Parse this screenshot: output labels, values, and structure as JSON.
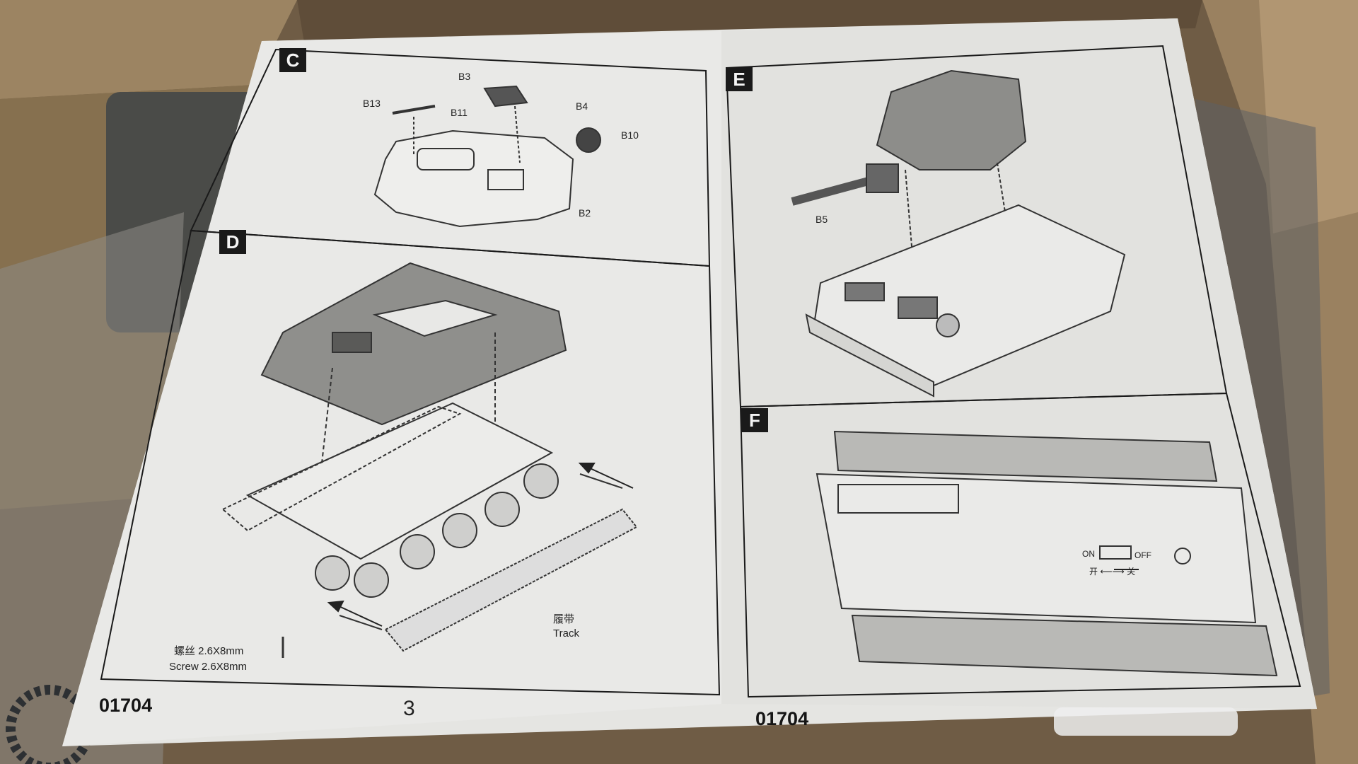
{
  "left_page": {
    "panels": {
      "c": {
        "letter": "C",
        "labels": {
          "b3": "B3",
          "b13": "B13",
          "b11": "B11",
          "b4": "B4",
          "b10": "B10",
          "b2": "B2"
        }
      },
      "d": {
        "letter": "D",
        "track_cn": "履带",
        "track_en": "Track",
        "screw_cn": "螺丝 2.6X8mm",
        "screw_en": "Screw 2.6X8mm"
      }
    },
    "code": "01704",
    "page_number": "3"
  },
  "right_page": {
    "panels": {
      "e": {
        "letter": "E",
        "labels": {
          "b5": "B5"
        }
      },
      "f": {
        "letter": "F",
        "switch_on": "ON",
        "switch_off": "OFF",
        "switch_cn": "开 ⟵⟶ 关"
      }
    },
    "code": "01704"
  },
  "colors": {
    "cardboard": "#6d5a43",
    "paper": "#e6e6e4",
    "ink": "#1a1a1a"
  }
}
